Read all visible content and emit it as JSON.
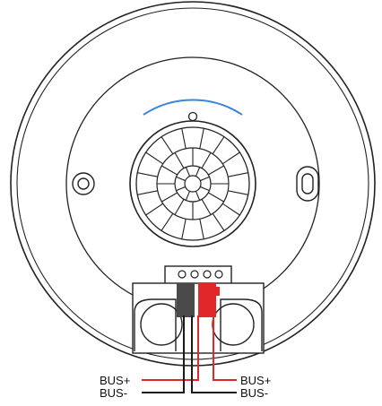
{
  "labels": {
    "left_top": "BUS+",
    "left_bottom": "BUS-",
    "right_top": "BUS+",
    "right_bottom": "BUS-"
  },
  "colors": {
    "outline": "#222222",
    "accent_arc": "#3d86d9",
    "wire_red": "#e0282b",
    "wire_black": "#1a1a1a",
    "connector_dark": "#4a4a4a",
    "connector_red": "#e0282b"
  },
  "icons": {
    "lens": "pir-fresnel-lens",
    "left_mount": "screw-hole",
    "right_mount": "slot-hole"
  }
}
